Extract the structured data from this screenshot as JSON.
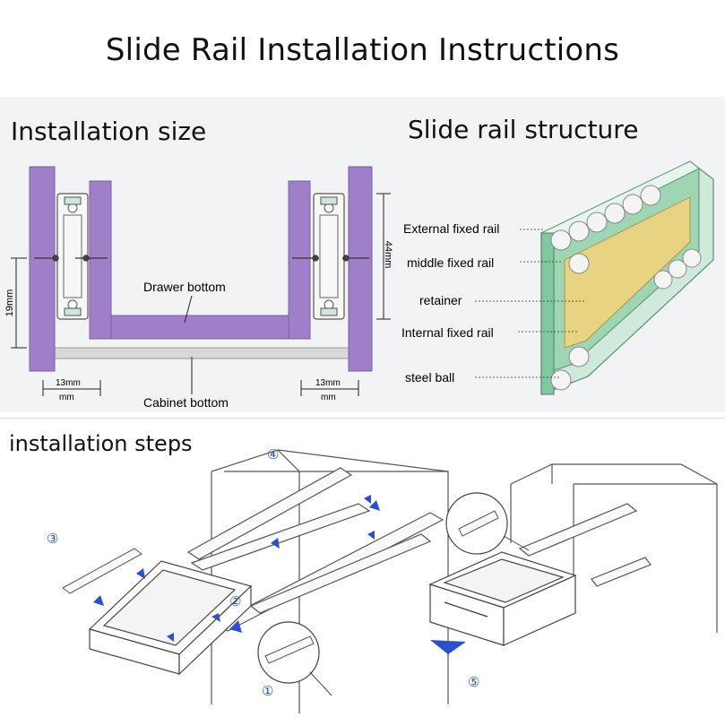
{
  "title": "Slide Rail Installation Instructions",
  "size_section": {
    "heading": "Installation size",
    "drawer_label": "Drawer bottom",
    "cabinet_label": "Cabinet bottom",
    "left_gap_a": "13mm",
    "left_gap_b": "mm",
    "right_gap_a": "13mm",
    "right_gap_b": "mm",
    "height_label": "19mm",
    "rail_height_label": "44mm"
  },
  "structure_section": {
    "heading": "Slide rail structure",
    "labels": [
      "External fixed rail",
      "middle fixed rail",
      "retainer",
      "Internal fixed rail",
      "steel ball"
    ]
  },
  "steps_section": {
    "heading": "installation steps",
    "markers": [
      "①",
      "②",
      "③",
      "④",
      "⑤"
    ]
  },
  "colors": {
    "panel": "#a07fc9",
    "panel_dark": "#7b5ca6",
    "accent_blue": "#2a4fd1",
    "rail_green": "#7fc8a0"
  }
}
